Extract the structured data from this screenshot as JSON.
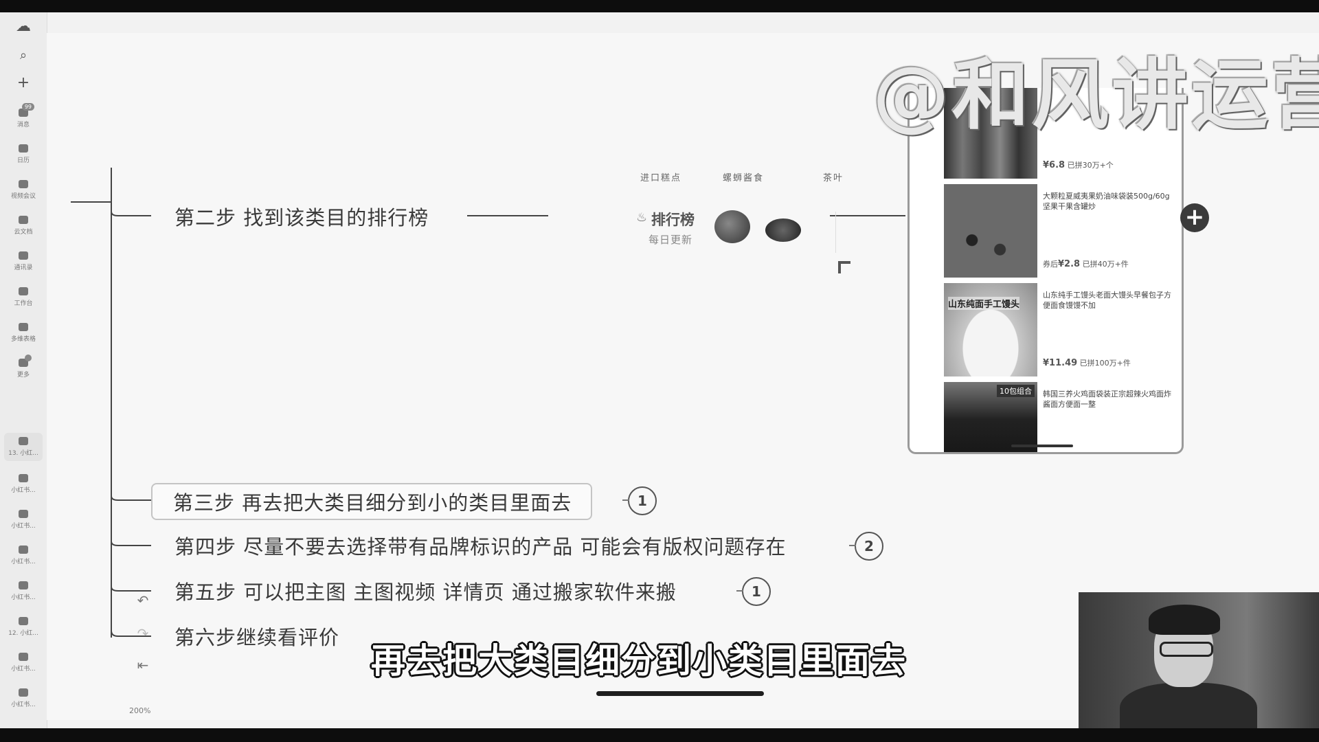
{
  "rail": {
    "items": [
      {
        "label": "消息",
        "badge": "99"
      },
      {
        "label": "日历"
      },
      {
        "label": "视频会议"
      },
      {
        "label": "云文档"
      },
      {
        "label": "通讯录"
      },
      {
        "label": "工作台"
      },
      {
        "label": "多维表格"
      },
      {
        "label": "更多"
      },
      {
        "label": "13. 小红..."
      },
      {
        "label": "小红书..."
      },
      {
        "label": "小红书..."
      },
      {
        "label": "小红书..."
      },
      {
        "label": "小红书..."
      },
      {
        "label": "12. 小红..."
      },
      {
        "label": "小红书..."
      },
      {
        "label": "小红书..."
      }
    ]
  },
  "mindmap": {
    "steps": [
      {
        "text": "第二步 找到该类目的排行榜"
      },
      {
        "text": "第三步 再去把大类目细分到小的类目里面去",
        "count": "1"
      },
      {
        "text": "第四步 尽量不要去选择带有品牌标识的产品 可能会有版权问题存在",
        "count": "2"
      },
      {
        "text": "第五步 可以把主图 主图视频 详情页  通过搬家软件来搬",
        "count": "1"
      },
      {
        "text": "第六步继续看评价"
      }
    ]
  },
  "ranking": {
    "categories": [
      "进口糕点",
      "螺蛳酱食",
      "茶叶"
    ],
    "title": "排行榜",
    "subtitle": "每日更新"
  },
  "phone": {
    "products": [
      {
        "title": "",
        "price": "¥6.8",
        "sold": "已拼30万+个"
      },
      {
        "title": "大颗粒夏威夷果奶油味袋装500g/60g坚果干果含罐炒",
        "price": "¥2.8",
        "price_prefix": "券后",
        "sold": "已拼40万+件"
      },
      {
        "title": "山东纯手工馒头老面大馒头早餐包子方便面食馒馒不加",
        "price": "¥11.49",
        "sold": "已拼100万+件",
        "image_label": "山东纯面手工馒头"
      },
      {
        "title": "韩国三养火鸡面袋装正宗超辣火鸡面炸酱面方便面一整",
        "image_badge": "10包组合"
      }
    ]
  },
  "canvas": {
    "zoom": "200%"
  },
  "watermark": "@和风讲运营",
  "subtitle": "再去把大类目细分到小类目里面去"
}
